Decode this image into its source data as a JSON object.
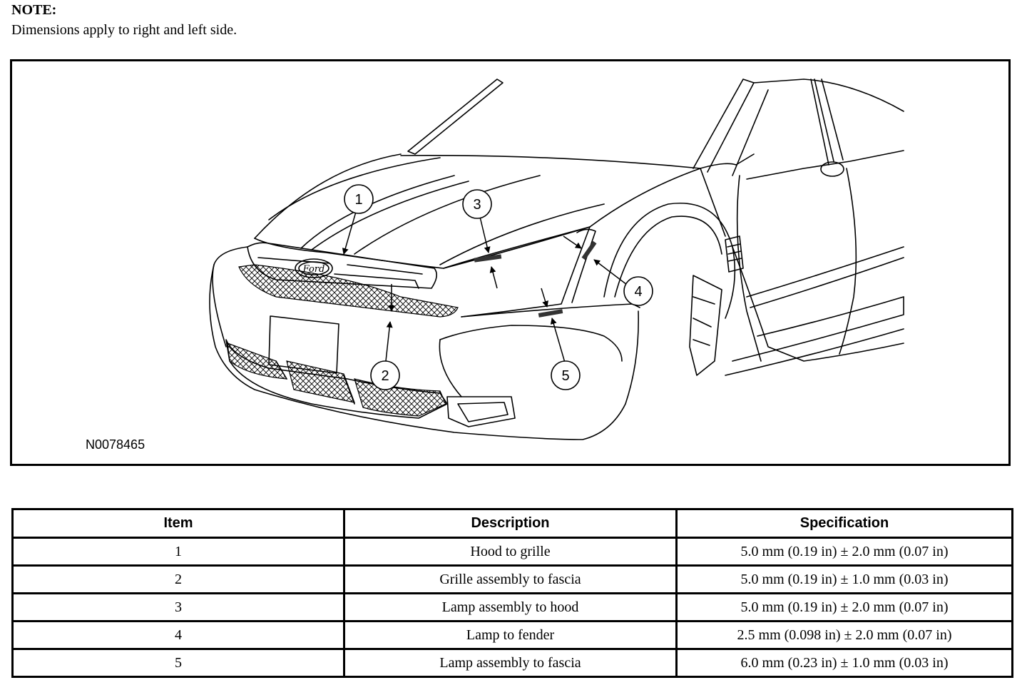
{
  "note": {
    "title": "NOTE:",
    "text": "Dimensions apply to right and left side."
  },
  "figure": {
    "id": "N0078465",
    "callouts": [
      "1",
      "2",
      "3",
      "4",
      "5"
    ],
    "emblem": "Ford"
  },
  "table": {
    "headers": {
      "item": "Item",
      "description": "Description",
      "specification": "Specification"
    },
    "rows": [
      {
        "item": "1",
        "description": "Hood to grille",
        "specification": "5.0 mm (0.19 in) ± 2.0 mm (0.07 in)"
      },
      {
        "item": "2",
        "description": "Grille assembly to fascia",
        "specification": "5.0 mm (0.19 in) ± 1.0 mm (0.03 in)"
      },
      {
        "item": "3",
        "description": "Lamp assembly to hood",
        "specification": "5.0 mm (0.19 in) ± 2.0 mm (0.07 in)"
      },
      {
        "item": "4",
        "description": "Lamp to fender",
        "specification": "2.5 mm (0.098 in) ± 2.0 mm (0.07 in)"
      },
      {
        "item": "5",
        "description": "Lamp assembly to fascia",
        "specification": "6.0 mm (0.23 in) ± 1.0 mm (0.03 in)"
      }
    ]
  }
}
